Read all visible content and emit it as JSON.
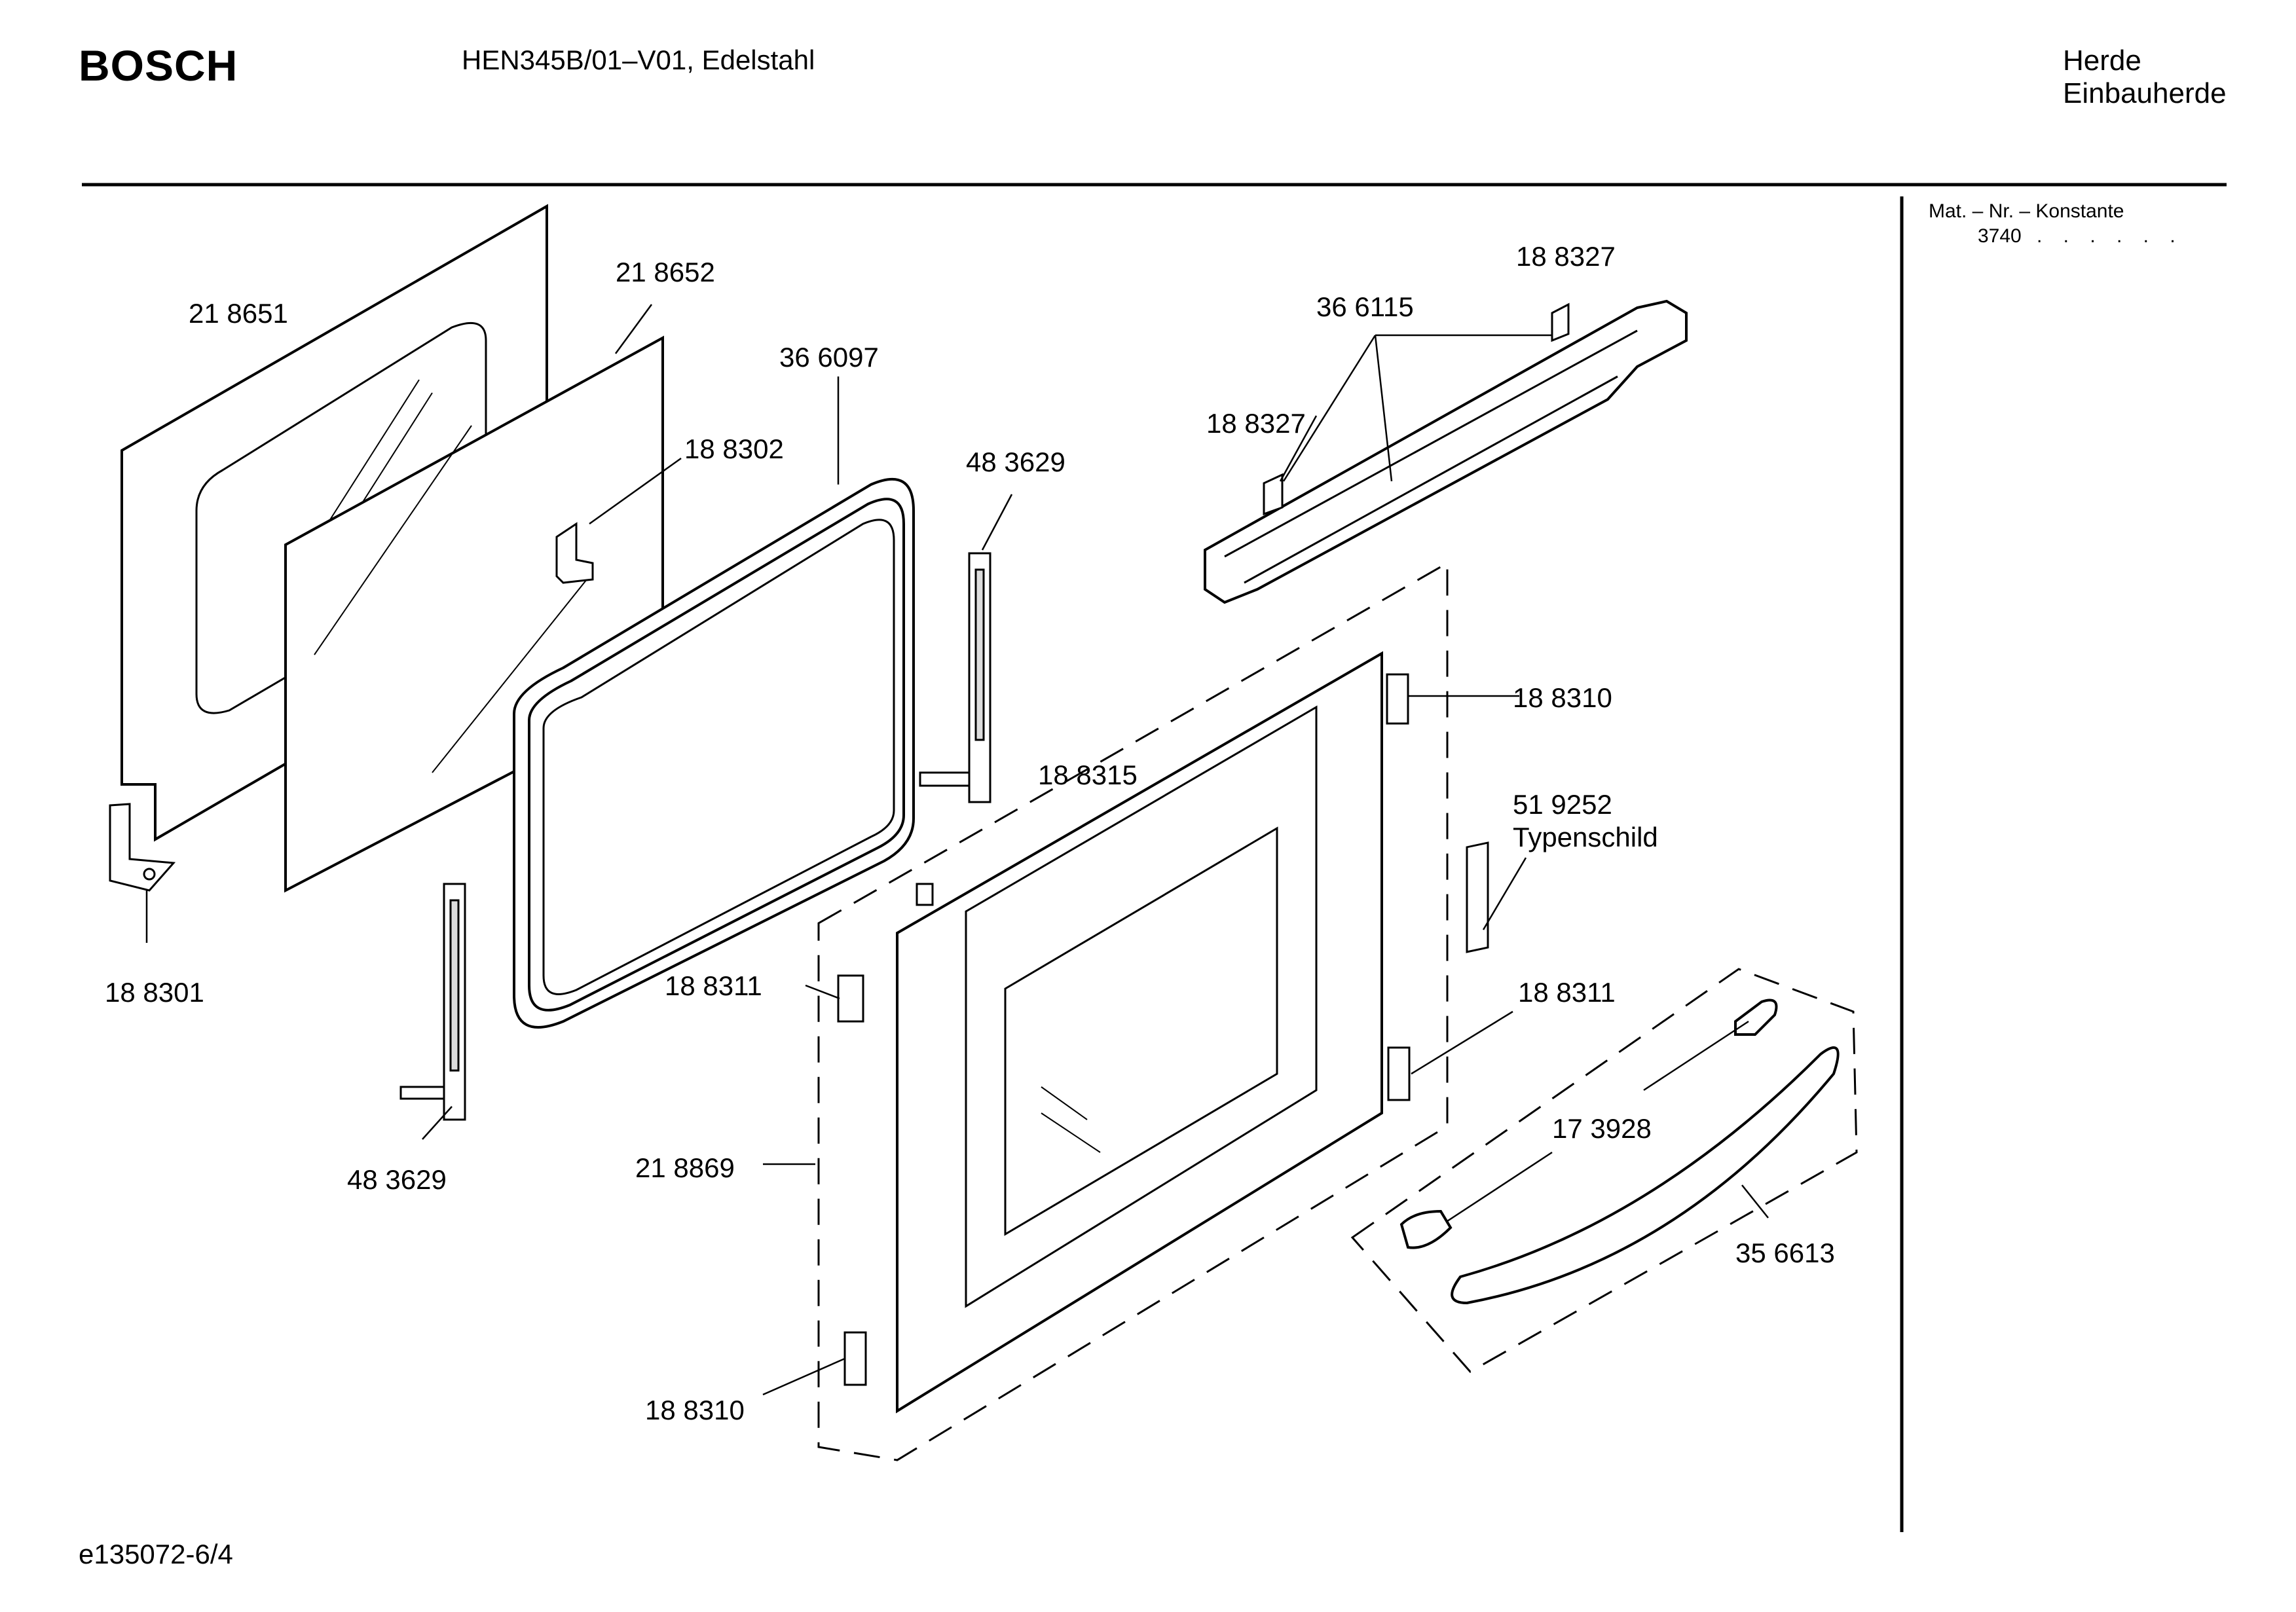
{
  "header": {
    "brand": "BOSCH",
    "model": "HEN345B/01–V01, Edelstahl",
    "category_line1": "Herde",
    "category_line2": "Einbauherde"
  },
  "info_box": {
    "label": "Mat. – Nr. – Konstante",
    "value": "3740",
    "dots": ". . . . . ."
  },
  "footer": {
    "doc_id": "e135072-6/4"
  },
  "parts": [
    "21 8651",
    "21 8652",
    "36 6097",
    "18 8302",
    "48 3629",
    "36 6115",
    "18 8327",
    "18 8327",
    "18 8310",
    "18 8315",
    "51 9252",
    "Typenschild",
    "18 8301",
    "18 8311",
    "18 8311",
    "48 3629",
    "17 3928",
    "21 8869",
    "35 6613",
    "18 8310"
  ]
}
